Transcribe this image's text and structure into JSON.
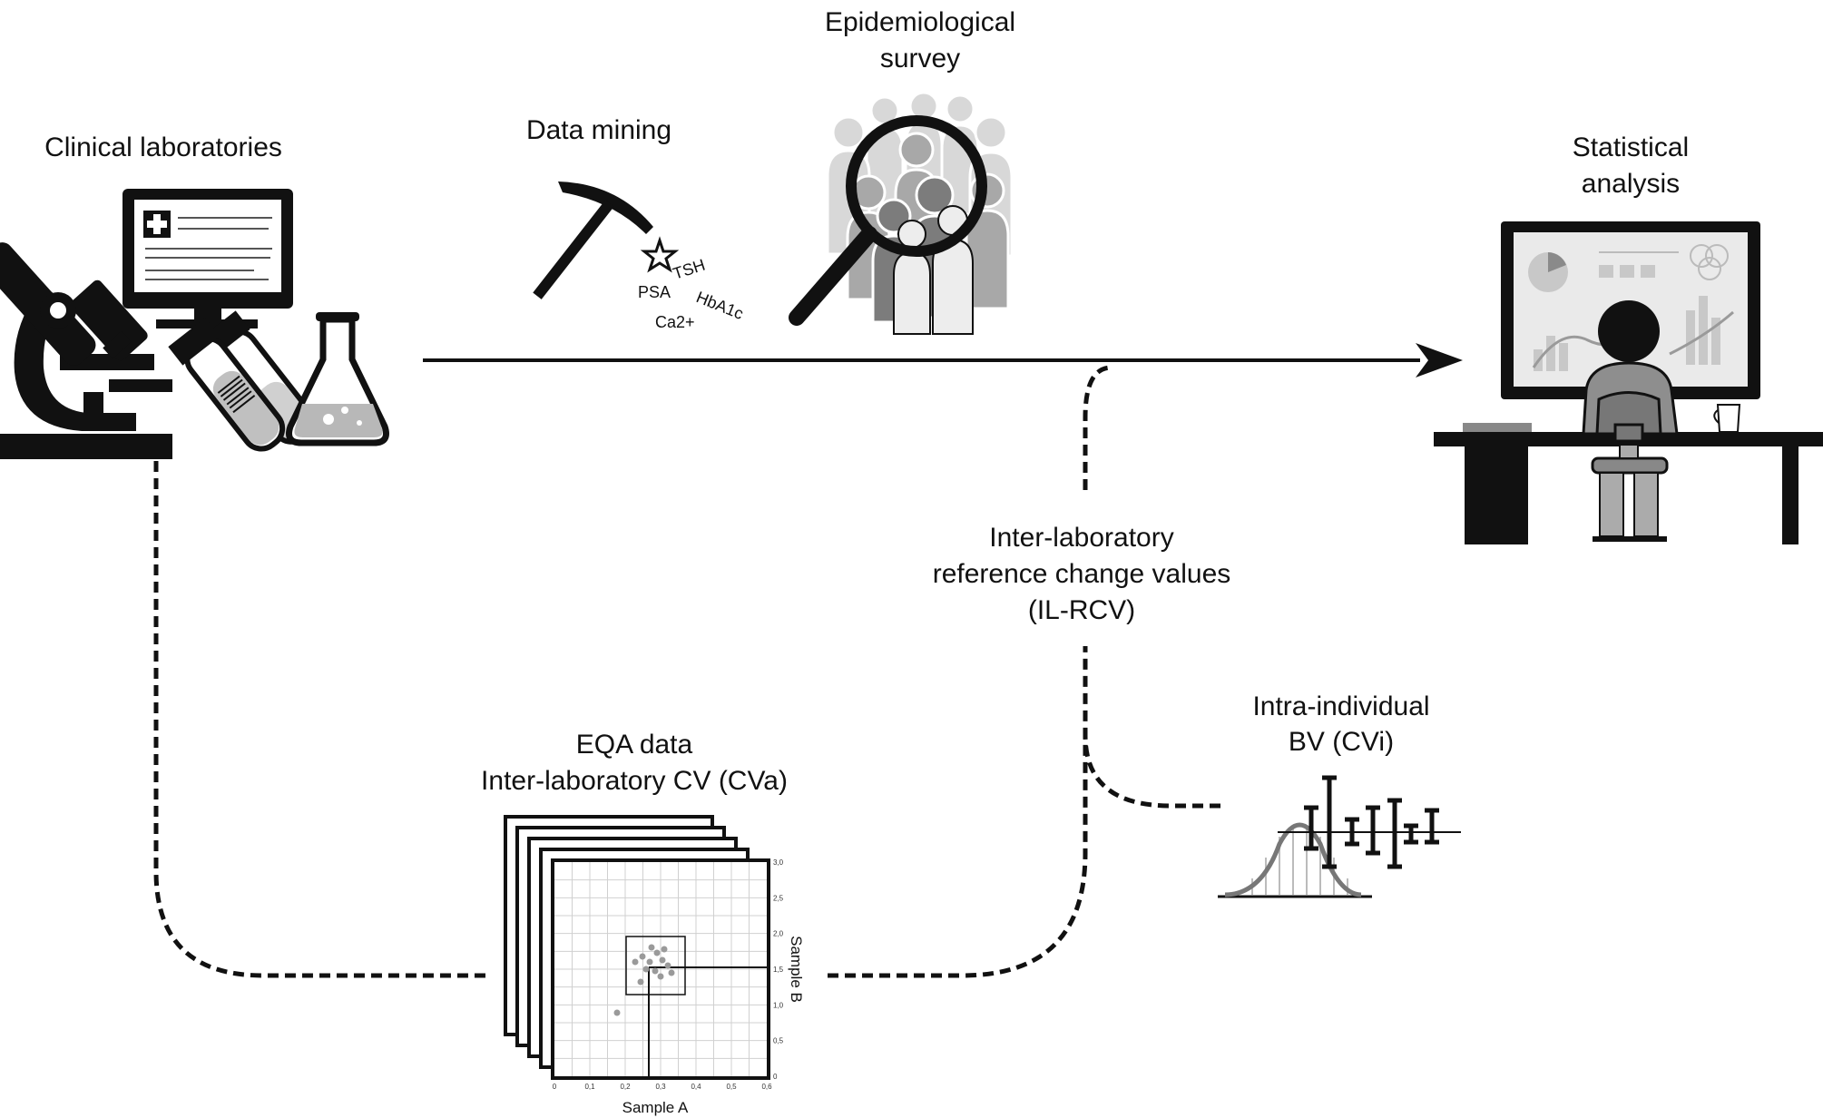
{
  "labels": {
    "clinical_laboratories": "Clinical laboratories",
    "data_mining": "Data mining",
    "epidemiological_1": "Epidemiological",
    "epidemiological_2": "survey",
    "statistical_1": "Statistical",
    "statistical_2": "analysis",
    "il_rcv_1": "Inter-laboratory",
    "il_rcv_2": "reference change values",
    "il_rcv_3": "(IL-RCV)",
    "intra_1": "Intra-individual",
    "intra_2": "BV (CVi)",
    "eqa_1": "EQA data",
    "eqa_2": "Inter-laboratory CV (CVa)"
  },
  "analytes": [
    "PSA",
    "TSH",
    "HbA1c",
    "Ca2+"
  ],
  "scatter": {
    "x_label": "Sample A",
    "y_label": "Sample B",
    "x_ticks": [
      "0",
      "0,1",
      "0,2",
      "0,3",
      "0,4",
      "0,5",
      "0,6"
    ],
    "y_ticks": [
      "0",
      "0,5",
      "1,0",
      "1,5",
      "2,0",
      "2,5",
      "3,0"
    ]
  },
  "colors": {
    "ink": "#111111",
    "mid_gray": "#8a8a8a",
    "light_gray": "#d6d6d6"
  }
}
